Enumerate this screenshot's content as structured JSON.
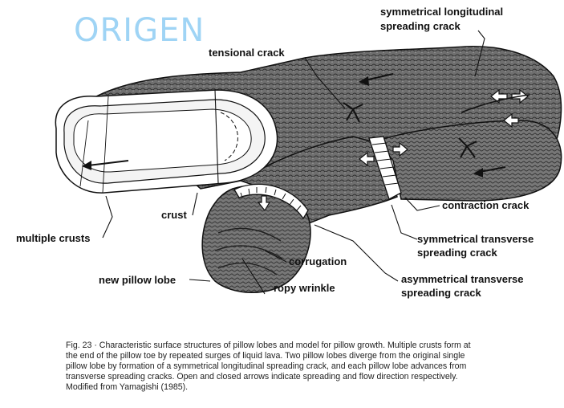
{
  "watermark": "ORIGEN",
  "labels": {
    "sym_longitudinal_1": "symmetrical longitudinal",
    "sym_longitudinal_2": "spreading crack",
    "tensional_crack": "tensional crack",
    "contraction_crack": "contraction crack",
    "sym_transverse_1": "symmetrical transverse",
    "sym_transverse_2": "spreading crack",
    "asym_transverse_1": "asymmetrical transverse",
    "asym_transverse_2": "spreading crack",
    "crust": "crust",
    "multiple_crusts": "multiple crusts",
    "corrugation": "corrugation",
    "new_pillow_lobe": "new pillow lobe",
    "ropy_wrinkle": "ropy wrinkle"
  },
  "caption": {
    "line1": "Fig. 23 · Characteristic surface structures of pillow lobes and model for pillow growth. Multiple crusts form at",
    "line2": "the end of the pillow toe by repeated surges of liquid lava. Two pillow lobes diverge from the original single",
    "line3": "pillow lobe by formation of a symmetrical longitudinal spreading crack, and each pillow lobe advances from",
    "line4": "transverse spreading cracks. Open and closed arrows indicate spreading and flow direction respectively.",
    "line5": "Modified from Yamagishi (1985)."
  }
}
